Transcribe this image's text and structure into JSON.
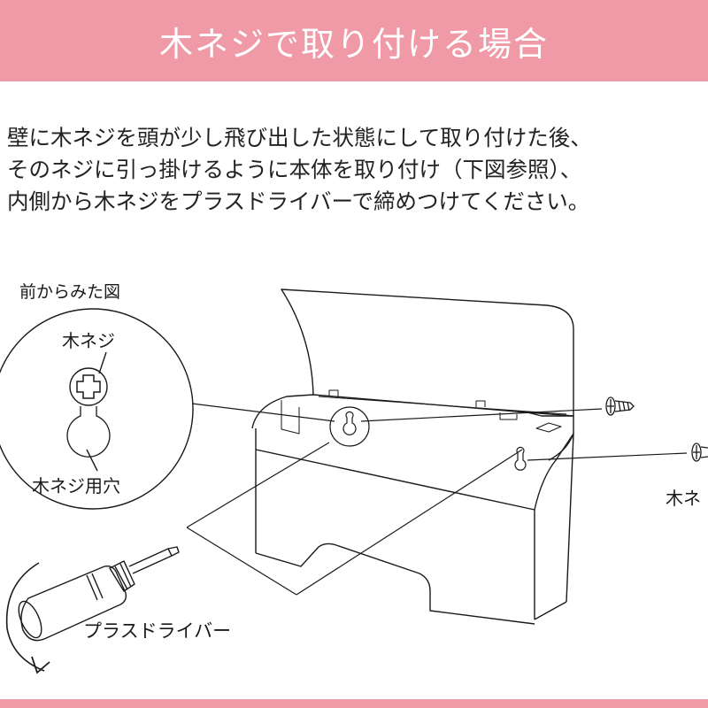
{
  "header": {
    "title": "木ネジで取り付ける場合",
    "color": "#ef9aa6"
  },
  "instructions": {
    "lines": [
      "壁に木ネジを頭が少し飛び出した状態にして取り付けた後、",
      "そのネジに引っ掛けるように本体を取り付け（下図参照）、",
      "内側から木ネジをプラスドライバーで締めつけてください。"
    ]
  },
  "diagram": {
    "front_view_label": "前からみた図",
    "screw_label": "木ネジ",
    "screw_hole_label": "木ネジ用穴",
    "screwdriver_label": "プラスドライバー",
    "right_screw_label_partial": "木ネ",
    "icons": [
      "screw-head-icon",
      "keyhole-slot-icon",
      "screwdriver-icon",
      "rotation-arrow-icon",
      "wood-screw-icon",
      "cabinet-box-icon"
    ]
  }
}
